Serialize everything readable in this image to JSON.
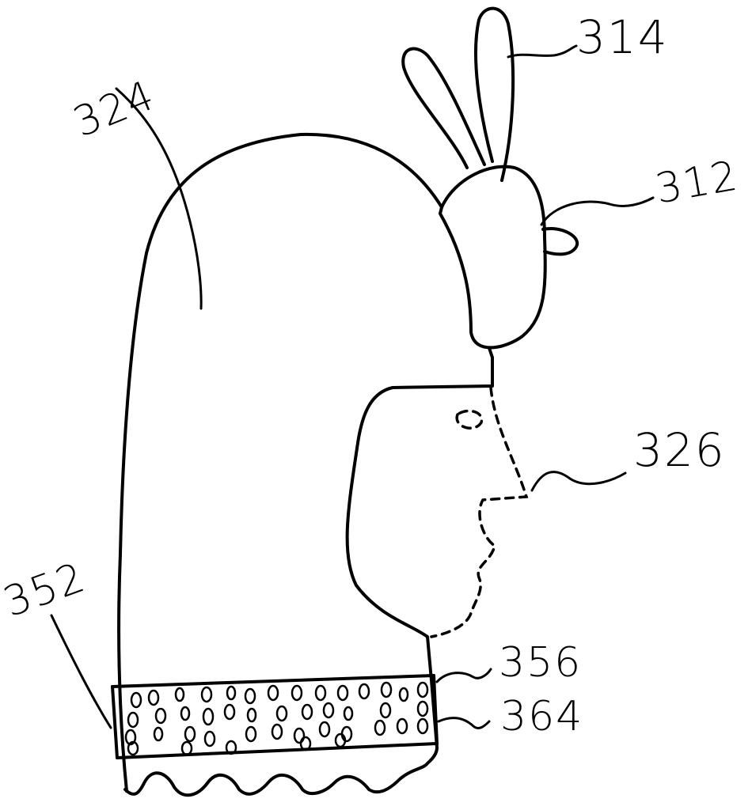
{
  "figure": {
    "type": "patent-drawing",
    "subject": "mitten with puppet head and textured cuff band",
    "ink_color": "#000000",
    "background_color": "#ffffff"
  },
  "labels": [
    {
      "id": "314",
      "text": "314",
      "target": "ear"
    },
    {
      "id": "312",
      "text": "312",
      "target": "head"
    },
    {
      "id": "324",
      "text": "324",
      "target": "mitten-body"
    },
    {
      "id": "326",
      "text": "326",
      "target": "thumb-dashed-outline"
    },
    {
      "id": "352",
      "text": "352",
      "target": "cuff-left-edge"
    },
    {
      "id": "356",
      "text": "356",
      "target": "band-top"
    },
    {
      "id": "364",
      "text": "364",
      "target": "band-texture"
    }
  ]
}
